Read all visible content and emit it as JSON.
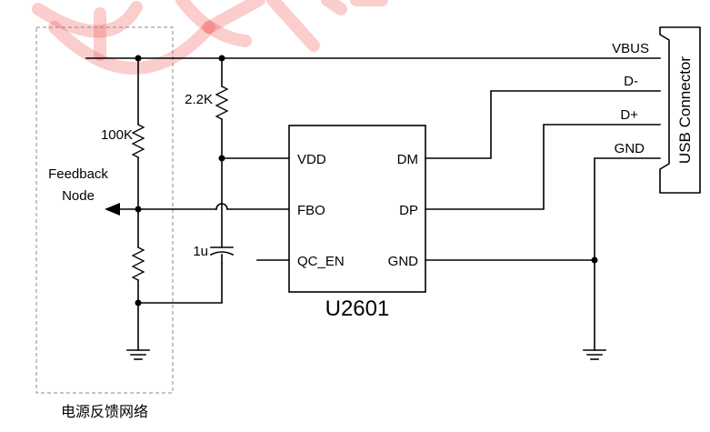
{
  "watermark": {
    "color": "#ef4a4a"
  },
  "feedback_network": {
    "caption": "电源反馈网络",
    "upper_resistor": "100K",
    "output_label_line1": "Feedback",
    "output_label_line2": "Node"
  },
  "passives": {
    "pullup_resistor": "2.2K",
    "capacitor": "1u"
  },
  "ic": {
    "name": "U2601",
    "pins_left": [
      "VDD",
      "FBO",
      "QC_EN"
    ],
    "pins_right": [
      "DM",
      "DP",
      "GND"
    ]
  },
  "connector": {
    "title": "USB Connector",
    "signals": [
      "VBUS",
      "D-",
      "D+",
      "GND"
    ]
  }
}
